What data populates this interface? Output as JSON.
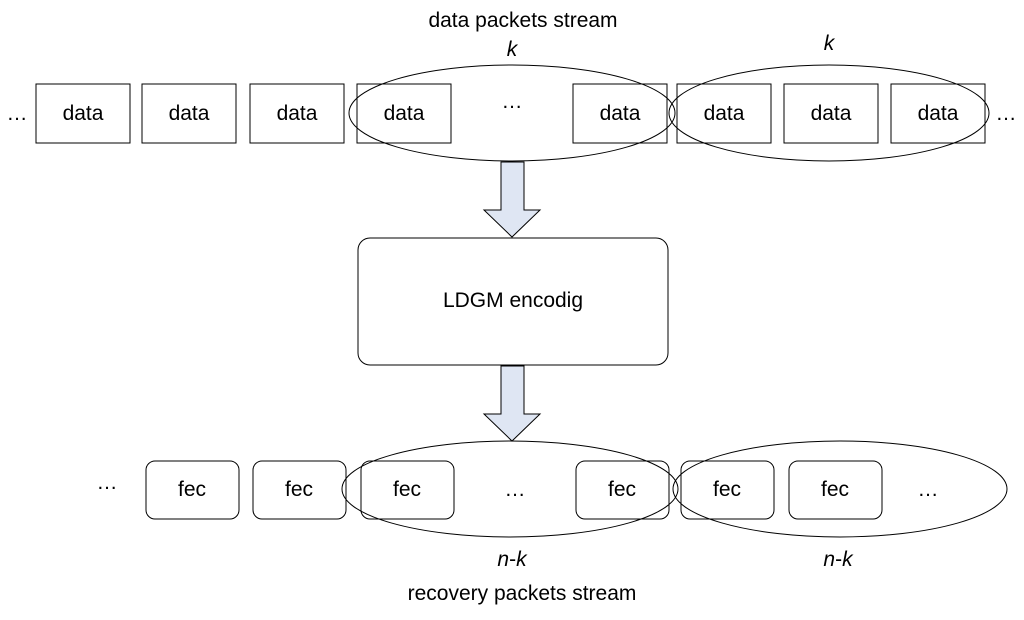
{
  "title_top": "data packets stream",
  "title_bottom": "recovery packets stream",
  "encoder_label": "LDGM encodig",
  "ellipsis": "…",
  "data_row": {
    "box_label": "data",
    "group_label": "k"
  },
  "fec_row": {
    "box_label": "fec",
    "group_label_n": "n",
    "group_label_sep": "-",
    "group_label_k": "k"
  },
  "colors": {
    "arrow_fill": "#dfe6f3",
    "stroke": "#000000",
    "background": "#ffffff"
  }
}
